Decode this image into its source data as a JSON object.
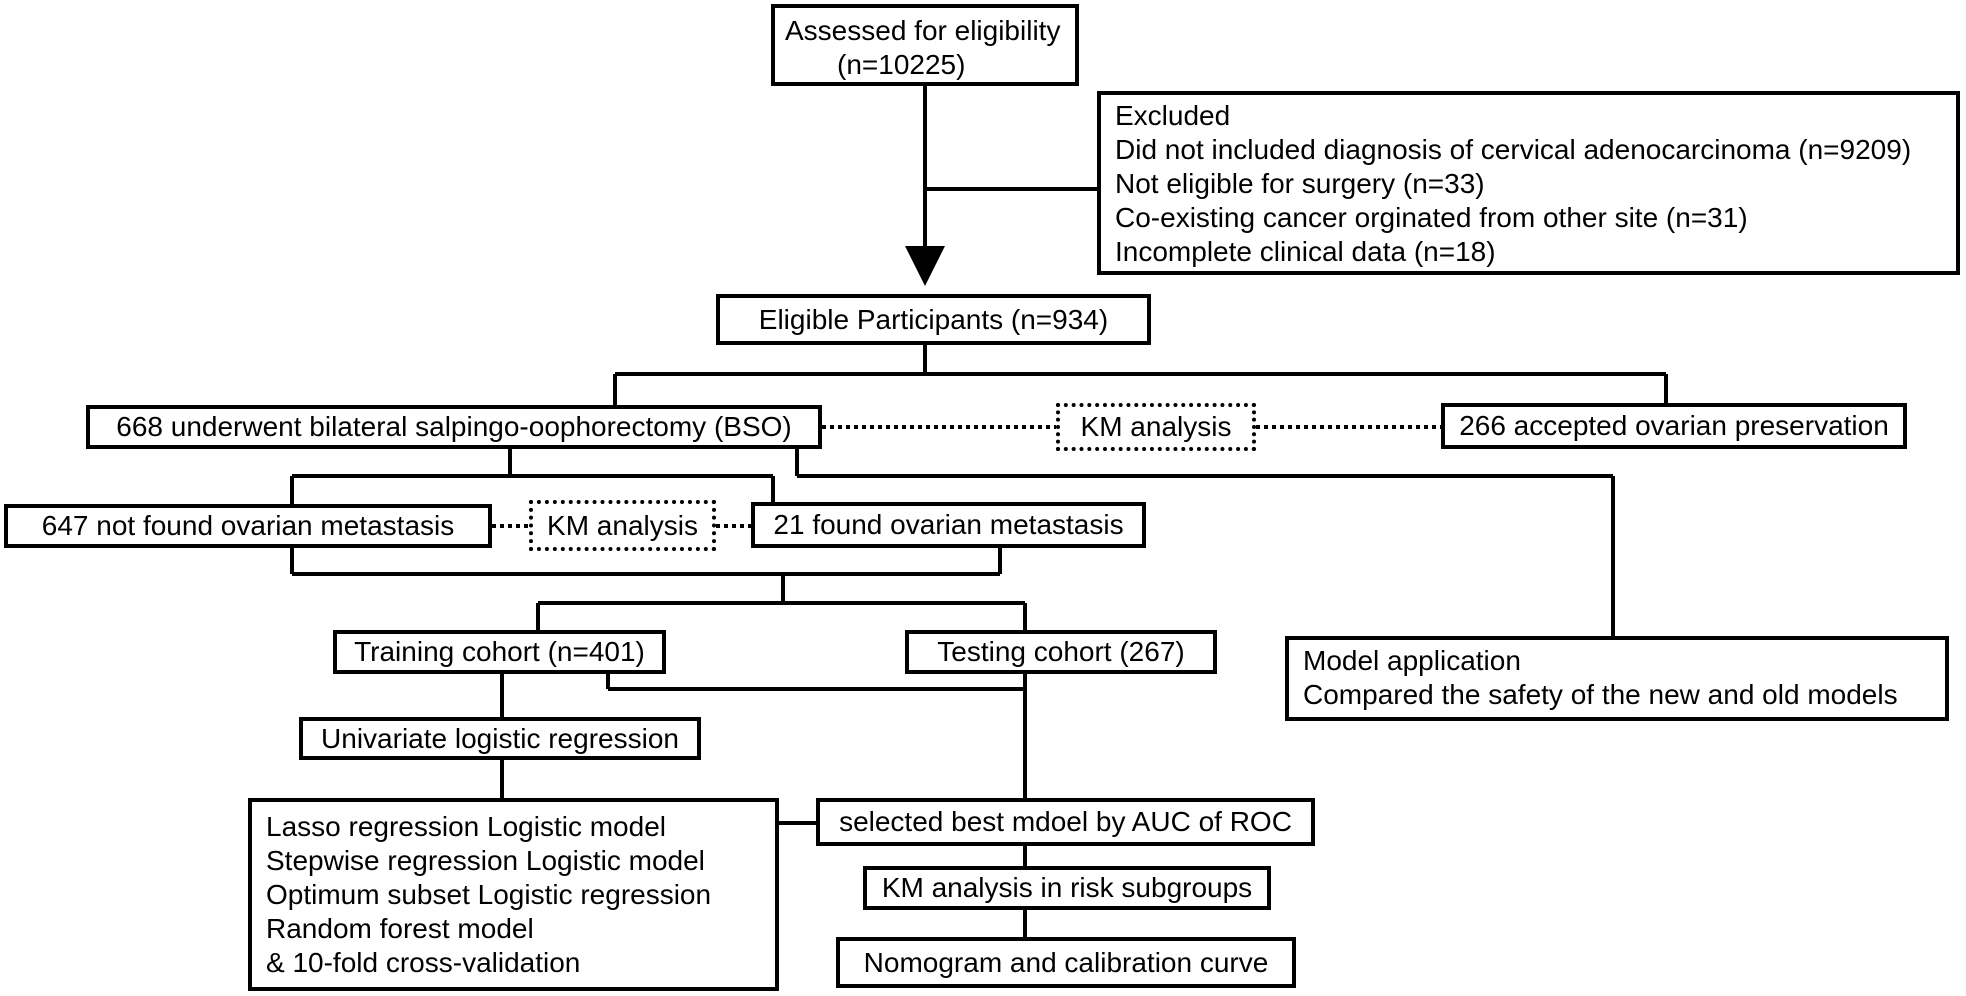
{
  "assessed": {
    "line1": "Assessed for eligibility",
    "line2": "(n=10225)"
  },
  "excluded": {
    "title": "Excluded",
    "items": [
      "Did not included diagnosis of cervical adenocarcinoma (n=9209)",
      "Not eligible for surgery (n=33)",
      "Co-existing cancer orginated from other site (n=31)",
      "Incomplete clinical data (n=18)"
    ]
  },
  "eligible": "Eligible Participants (n=934)",
  "bso": "668 underwent bilateral salpingo-oophorectomy (BSO)",
  "km_analysis_top": "KM analysis",
  "ovarian_preservation": "266 accepted ovarian preservation",
  "not_found": "647 not found ovarian metastasis",
  "km_analysis_mid": "KM analysis",
  "found": "21 found ovarian metastasis",
  "training": "Training cohort (n=401)",
  "testing": "Testing cohort (267)",
  "model_application": {
    "line1": "Model application",
    "line2": "Compared the safety of the new and old models"
  },
  "univariate": "Univariate logistic regression",
  "models": {
    "items": [
      "Lasso regression Logistic model",
      "Stepwise regression Logistic model",
      "Optimum subset Logistic regression",
      "Random forest model",
      "& 10-fold cross-validation"
    ]
  },
  "selected": "selected best mdoel by AUC of ROC",
  "km_risk": "KM analysis in risk subgroups",
  "nomogram": "Nomogram and calibration curve"
}
